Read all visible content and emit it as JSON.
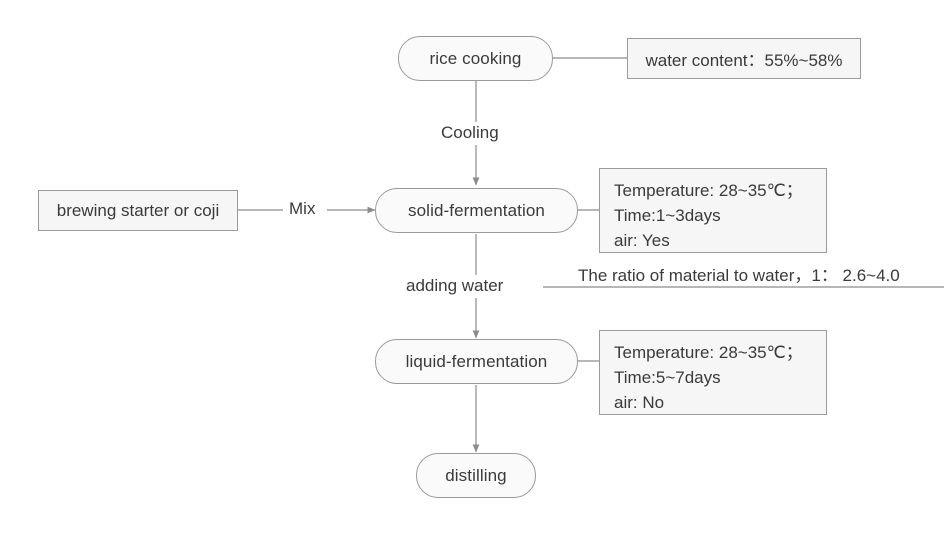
{
  "diagram": {
    "title": "rice wine brewing process flowchart",
    "colors": {
      "node_fill": "#fafafa",
      "node_border": "#9a9a9a",
      "box_fill": "#f6f6f6",
      "box_border": "#9a9a9a",
      "edge": "#8c8c8c",
      "text": "#3a3a3a",
      "background": "#ffffff"
    },
    "nodes": [
      {
        "id": "rice-cooking",
        "label": "rice cooking"
      },
      {
        "id": "solid-fermentation",
        "label": "solid-fermentation"
      },
      {
        "id": "liquid-fermentation",
        "label": "liquid-fermentation"
      },
      {
        "id": "distilling",
        "label": "distilling"
      }
    ],
    "input_box": {
      "id": "brewing-starter",
      "label": "brewing starter or coji"
    },
    "annotations": [
      {
        "id": "water-content",
        "text": "water content：55%~58%"
      },
      {
        "id": "solid-fermentation-params",
        "lines": [
          "Temperature: 28~35℃；",
          "Time:1~3days",
          "air: Yes"
        ]
      },
      {
        "id": "liquid-fermentation-params",
        "lines": [
          "Temperature: 28~35℃；",
          "Time:5~7days",
          "air: No"
        ]
      },
      {
        "id": "material-water-ratio",
        "text": "The ratio of material to water，1： 2.6~4.0"
      }
    ],
    "edge_labels": [
      {
        "id": "cooling",
        "label": "Cooling"
      },
      {
        "id": "mix",
        "label": "Mix"
      },
      {
        "id": "adding-water",
        "label": "adding water"
      }
    ]
  }
}
